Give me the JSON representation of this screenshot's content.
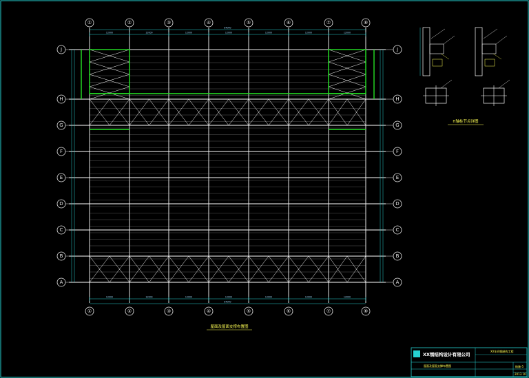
{
  "drawing": {
    "columns": [
      "①",
      "②",
      "③",
      "④",
      "⑤",
      "⑥",
      "⑦",
      "⑧"
    ],
    "rows": [
      "J",
      "H",
      "G",
      "F",
      "E",
      "D",
      "C",
      "B",
      "A"
    ],
    "top_dims": [
      "12000",
      "12000",
      "12000",
      "12000",
      "12000",
      "12000",
      "12000"
    ],
    "bottom_dims": [
      "12000",
      "12000",
      "12000",
      "12000",
      "12000",
      "12000",
      "12000"
    ],
    "total_dim_top": "84000",
    "total_dim_bottom": "84000",
    "main_title": "屋面及屋面支撑布置图",
    "detail_title": "H轴柱节点详图"
  },
  "title_block": {
    "company": "XX钢结构设计有限公司",
    "project": "XX车间钢结构工程",
    "drawing_name": "屋面及屋面支撑布置图",
    "sheet_no": "结施-5",
    "date": "2013.10"
  },
  "colors": {
    "background": "#000000",
    "lines": "#ffffff",
    "green": "#25e525",
    "cyan": "#26d3d3",
    "yellow": "#ffff55"
  }
}
